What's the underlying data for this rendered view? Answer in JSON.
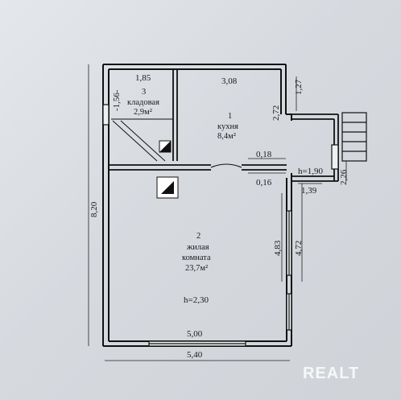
{
  "rooms": [
    {
      "number": "1",
      "name": "кухня",
      "area": "8,4м²"
    },
    {
      "number": "2",
      "name_line1": "жилая",
      "name_line2": "комната",
      "area": "23,7м²"
    },
    {
      "number": "3",
      "name": "кладовая",
      "area": "2,9м²"
    }
  ],
  "dimensions": {
    "top_left": "1,85",
    "top_mid": "3,08",
    "top_right": "1,27",
    "storage_height": "-1,56-",
    "kitchen_right": "2,72",
    "inner_018": "0,18",
    "inner_016": "0,16",
    "left_total": "8,20",
    "right_inner": "4,83",
    "right_outer": "4,72",
    "bottom_inner": "5,00",
    "bottom_outer": "5,40",
    "porch_width": "1,39",
    "porch_height": "2,26"
  },
  "heights": {
    "porch": "h=1,90",
    "main": "h=2,30"
  },
  "watermark": "REALT"
}
